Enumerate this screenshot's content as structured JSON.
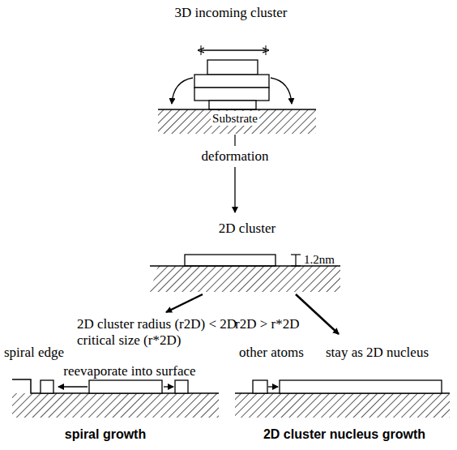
{
  "diagram": {
    "labels": [
      "3D incoming cluster",
      "Substrate",
      "deformation",
      "2D cluster",
      "1.2nm",
      "2D cluster radius (r2D) < 2D critical size (r*2D)",
      "r2D > r*2D",
      "spiral edge",
      "reevaporate into surface",
      "other atoms",
      "stay as 2D nucleus",
      "spiral growth",
      "2D cluster nucleus growth"
    ]
  }
}
